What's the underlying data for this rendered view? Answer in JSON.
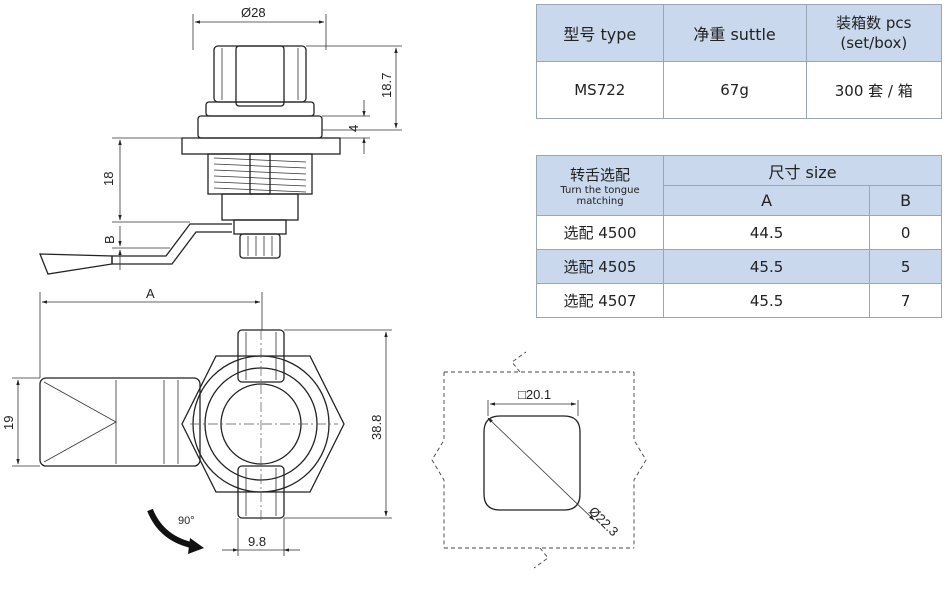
{
  "model_table": {
    "headers": [
      "型号 type",
      "净重 suttle",
      "装箱数 pcs (set/box)"
    ],
    "header3_line1": "装箱数 pcs",
    "header3_line2": "(set/box)",
    "row": [
      "MS722",
      "67g",
      "300 套 / 箱"
    ]
  },
  "size_table": {
    "header_left_main": "转舌选配",
    "header_left_sub": "Turn the tongue matching",
    "header_group": "尺寸 size",
    "col_a": "A",
    "col_b": "B",
    "rows": [
      {
        "name": "选配 4500",
        "a": "44.5",
        "b": "0"
      },
      {
        "name": "选配 4505",
        "a": "45.5",
        "b": "5"
      },
      {
        "name": "选配 4507",
        "a": "45.5",
        "b": "7"
      }
    ]
  },
  "dimensions": {
    "top_width": "Ø28",
    "head_height": "18.7",
    "flange": "4",
    "thread_length": "18",
    "offset_b": "B",
    "length_a": "A",
    "tongue_width": "19",
    "body_height": "38.8",
    "key_width": "9.8",
    "rotation": "90°",
    "cutout_square": "□20.1",
    "cutout_diameter": "Ø22.3"
  }
}
